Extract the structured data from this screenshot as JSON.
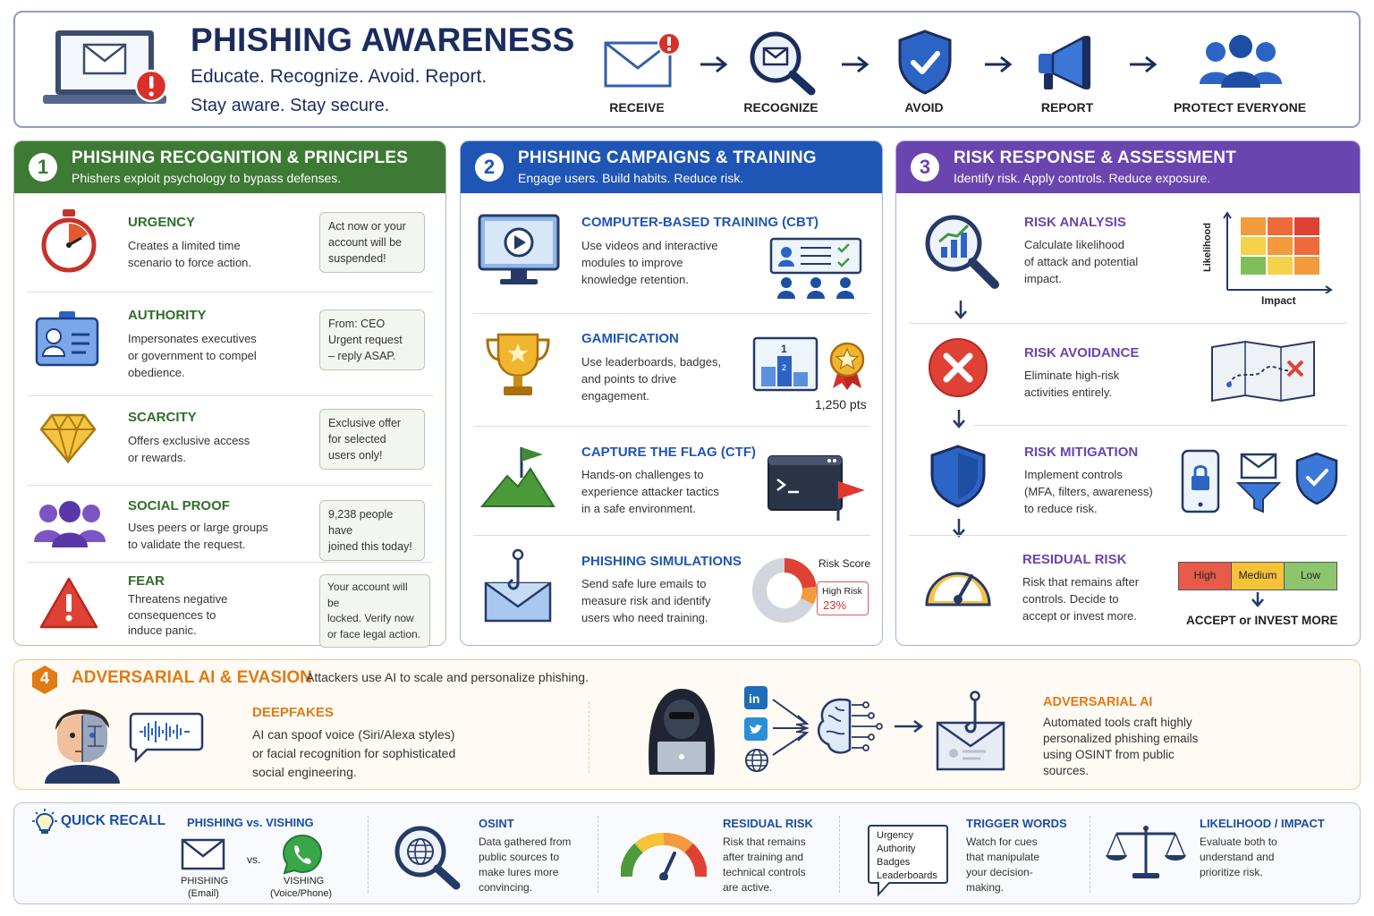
{
  "header": {
    "title": "PHISHING AWARENESS",
    "tagline": "Educate. Recognize. Avoid. Report.",
    "tagline2": "Stay aware. Stay secure.",
    "flow": [
      {
        "label": "RECEIVE",
        "icon": "envelope-alert-icon"
      },
      {
        "label": "RECOGNIZE",
        "icon": "magnifier-envelope-icon"
      },
      {
        "label": "AVOID",
        "icon": "shield-check-icon"
      },
      {
        "label": "REPORT",
        "icon": "megaphone-icon"
      },
      {
        "label": "PROTECT EVERYONE",
        "icon": "group-icon"
      }
    ]
  },
  "sec1": {
    "num": "1",
    "title": "PHISHING RECOGNITION & PRINCIPLES",
    "subtitle": "Phishers exploit psychology to bypass defenses.",
    "color": "#3d7a34",
    "items": [
      {
        "title": "URGENCY",
        "desc": "Creates a limited time\nscenario to force action.",
        "quote": "Act now or your\naccount will be\nsuspended!",
        "icon": "stopwatch-icon"
      },
      {
        "title": "AUTHORITY",
        "desc": "Impersonates executives\nor government to compel\nobedience.",
        "quote": "From: CEO\nUrgent request\n– reply ASAP.",
        "icon": "id-badge-icon"
      },
      {
        "title": "SCARCITY",
        "desc": "Offers exclusive access\nor rewards.",
        "quote": "Exclusive offer\nfor selected\nusers only!",
        "icon": "diamond-icon"
      },
      {
        "title": "SOCIAL PROOF",
        "desc": "Uses peers or large groups\nto validate the request.",
        "quote": "9,238 people have\njoined this today!",
        "icon": "people-group-icon"
      },
      {
        "title": "FEAR",
        "desc": "Threatens negative\nconsequences to\ninduce panic.",
        "quote": "Your account will be\nlocked. Verify now\nor face legal action.",
        "icon": "warning-triangle-icon"
      }
    ]
  },
  "sec2": {
    "num": "2",
    "title": "PHISHING CAMPAIGNS & TRAINING",
    "subtitle": "Engage users. Build habits. Reduce risk.",
    "color": "#1f55b5",
    "items": [
      {
        "title": "COMPUTER-BASED TRAINING (CBT)",
        "desc": "Use videos and interactive\nmodules to improve\nknowledge retention.",
        "icon": "monitor-play-icon"
      },
      {
        "title": "GAMIFICATION",
        "desc": "Use leaderboards, badges,\nand points to drive\nengagement.",
        "icon": "trophy-icon",
        "points": "1,250 pts"
      },
      {
        "title": "CAPTURE THE FLAG (CTF)",
        "desc": "Hands-on challenges to\nexperience attacker tactics\nin a safe environment.",
        "icon": "flag-mountain-icon"
      },
      {
        "title": "PHISHING SIMULATIONS",
        "desc": "Send safe lure emails to\nmeasure risk and identify\nusers who need training.",
        "icon": "hook-envelope-icon",
        "risk_label": "Risk Score",
        "risk_badge": "High Risk",
        "risk_value": "23%",
        "risk_fraction": 0.23
      }
    ]
  },
  "sec3": {
    "num": "3",
    "title": "RISK RESPONSE & ASSESSMENT",
    "subtitle": "Identify risk. Apply controls. Reduce exposure.",
    "color": "#6a45b0",
    "items": [
      {
        "title": "RISK ANALYSIS",
        "desc": "Calculate likelihood\nof attack and potential\nimpact.",
        "icon": "magnifier-chart-icon",
        "matrix_y": "Likelihood",
        "matrix_x": "Impact"
      },
      {
        "title": "RISK AVOIDANCE",
        "desc": "Eliminate high-risk\nactivities entirely.",
        "icon": "x-circle-icon"
      },
      {
        "title": "RISK MITIGATION",
        "desc": "Implement controls\n(MFA, filters, awareness)\nto reduce risk.",
        "icon": "shield-icon"
      },
      {
        "title": "RESIDUAL RISK",
        "desc": "Risk that remains after\ncontrols. Decide to\naccept or invest more.",
        "icon": "gauge-icon",
        "scale": [
          "High",
          "Medium",
          "Low"
        ],
        "decision": "ACCEPT or INVEST MORE"
      }
    ]
  },
  "sec4": {
    "num": "4",
    "title": "ADVERSARIAL AI & EVASION",
    "subtitle": "Attackers use AI to scale and personalize phishing.",
    "deepfakes_title": "DEEPFAKES",
    "deepfakes_desc": "AI can spoof voice (Siri/Alexa styles)\nor facial recognition for sophisticated\nsocial engineering.",
    "adv_title": "ADVERSARIAL AI",
    "adv_desc": "Automated tools craft highly\npersonalized phishing emails\nusing OSINT from public\nsources.",
    "color": "#e07b14"
  },
  "recall": {
    "title": "QUICK RECALL",
    "vs_title": "PHISHING vs. VISHING",
    "phishing_label": "PHISHING",
    "phishing_sub": "(Email)",
    "vs": "vs.",
    "vishing_label": "VISHING",
    "vishing_sub": "(Voice/Phone)",
    "osint_title": "OSINT",
    "osint_desc": "Data gathered from\npublic sources to\nmake lures more\nconvincing.",
    "residual_title": "RESIDUAL RISK",
    "residual_desc": "Risk that remains\nafter training and\ntechnical controls\nare active.",
    "bubble_words": "Urgency\nAuthority\nBadges\nLeaderboards",
    "trigger_title": "TRIGGER WORDS",
    "trigger_desc": "Watch for cues\nthat manipulate\nyour decision-\nmaking.",
    "li_title": "LIKELIHOOD / IMPACT",
    "li_desc": "Evaluate both to\nunderstand and\nprioritize risk."
  }
}
